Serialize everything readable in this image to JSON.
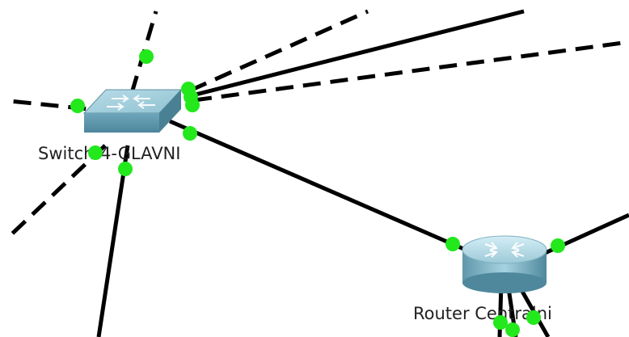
{
  "canvas": {
    "background": "#ffffff",
    "link_color": "#000000",
    "port_up_color": "#22e81c"
  },
  "devices": [
    {
      "kind": "switch",
      "icon": "switch-icon",
      "label": "Switch-4-GLAVNI"
    },
    {
      "kind": "router",
      "icon": "router-icon",
      "label": "Router Centralni"
    }
  ]
}
